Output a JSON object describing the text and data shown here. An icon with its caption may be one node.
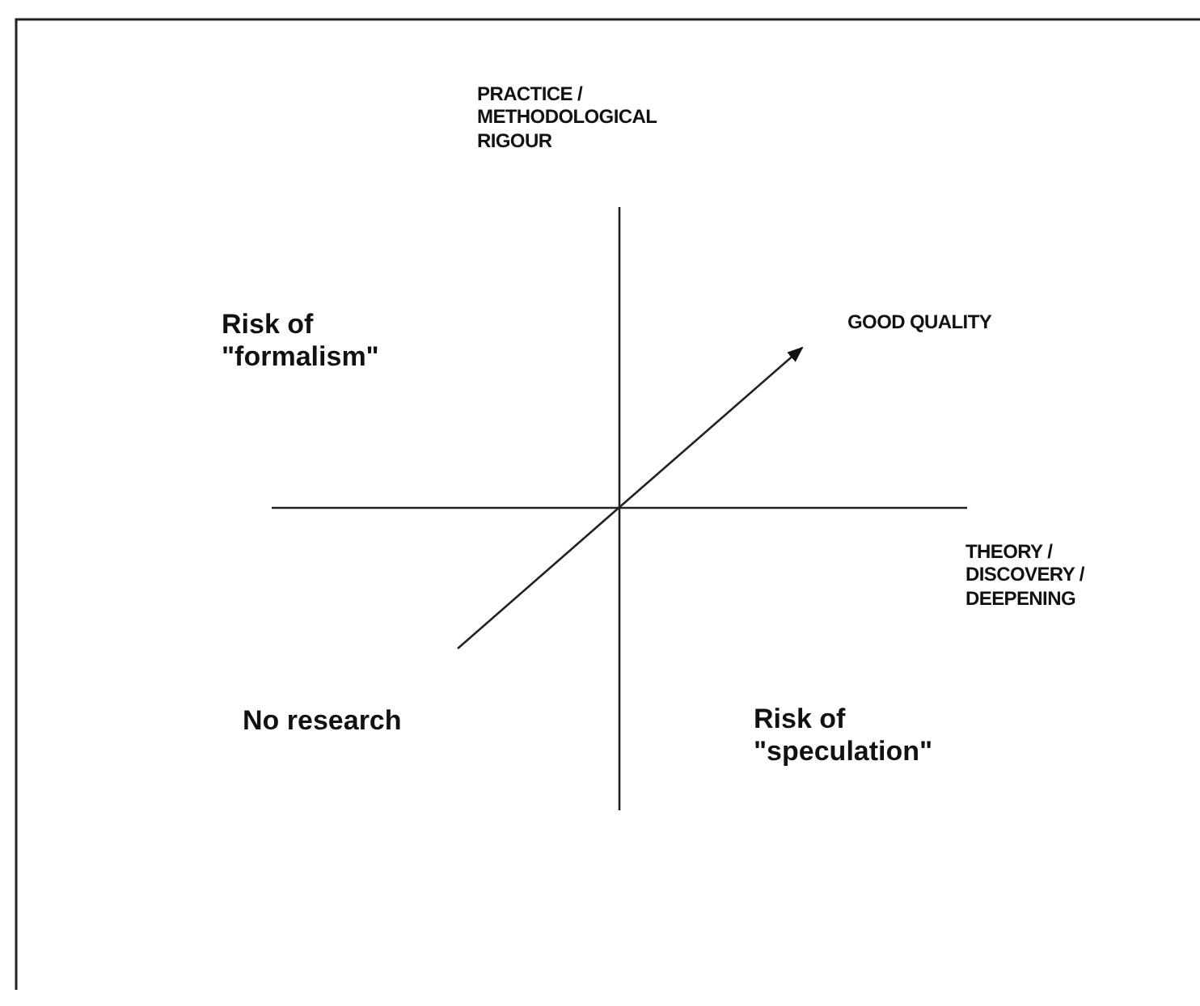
{
  "diagram": {
    "labels": [
      "PRACTICE / METHODOLOGICAL RIGOUR",
      "Risk of \"formalism\"",
      "GOOD QUALITY",
      "THEORY / DISCOVERY / DEEPENING",
      "No research",
      "Risk of \"speculation\""
    ]
  }
}
